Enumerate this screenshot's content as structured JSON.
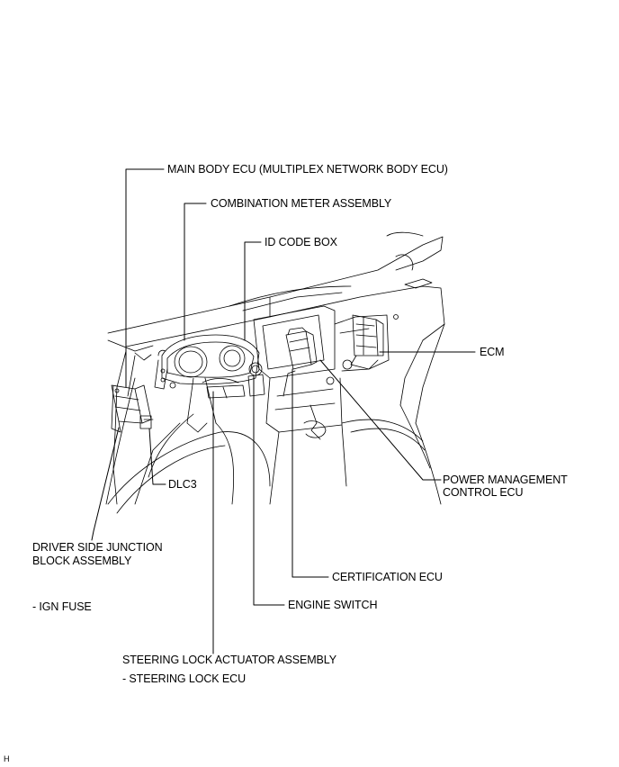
{
  "labels": {
    "main_body_ecu": "MAIN BODY ECU (MULTIPLEX NETWORK BODY ECU)",
    "combination_meter": "COMBINATION METER ASSEMBLY",
    "id_code_box": "ID CODE BOX",
    "ecm": "ECM",
    "power_mgmt_line1": "POWER MANAGEMENT",
    "power_mgmt_line2": "CONTROL ECU",
    "dlc3": "DLC3",
    "junction_line1": "DRIVER SIDE JUNCTION",
    "junction_line2": "BLOCK ASSEMBLY",
    "ign_fuse": "- IGN FUSE",
    "certification_ecu": "CERTIFICATION  ECU",
    "engine_switch": "ENGINE SWITCH",
    "steering_lock_actuator": "STEERING LOCK ACTUATOR ASSEMBLY",
    "steering_lock_ecu": "- STEERING LOCK ECU"
  },
  "corner_mark": "H"
}
